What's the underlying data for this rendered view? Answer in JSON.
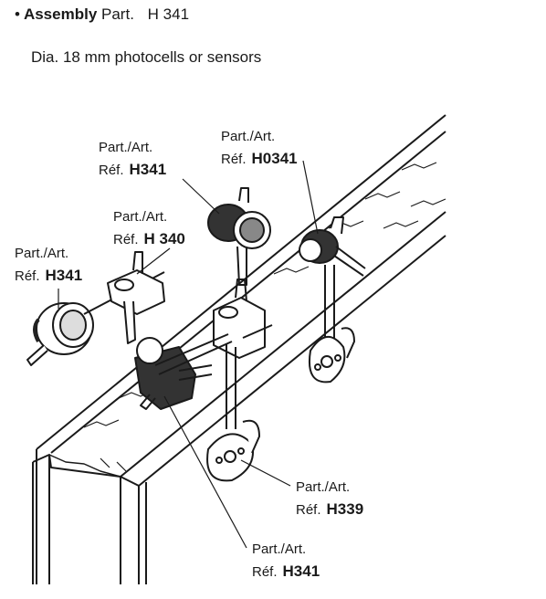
{
  "header": {
    "bullet": "•",
    "assembly": "Assembly",
    "part": "Part.",
    "part_number": "H 341"
  },
  "subtitle": "Dia. 18 mm photocells or sensors",
  "labels": [
    {
      "line1": "Part./Art.",
      "ref": "Réf.",
      "code": "H341"
    },
    {
      "line1": "Part./Art.",
      "ref": "Réf.",
      "code": "H0341"
    },
    {
      "line1": "Part./Art.",
      "ref": "Réf.",
      "code": "H 340"
    },
    {
      "line1": "Part./Art.",
      "ref": "Réf.",
      "code": "H341"
    },
    {
      "line1": "Part./Art.",
      "ref": "Réf.",
      "code": "H339"
    },
    {
      "line1": "Part./Art.",
      "ref": "Réf.",
      "code": "H341"
    }
  ]
}
